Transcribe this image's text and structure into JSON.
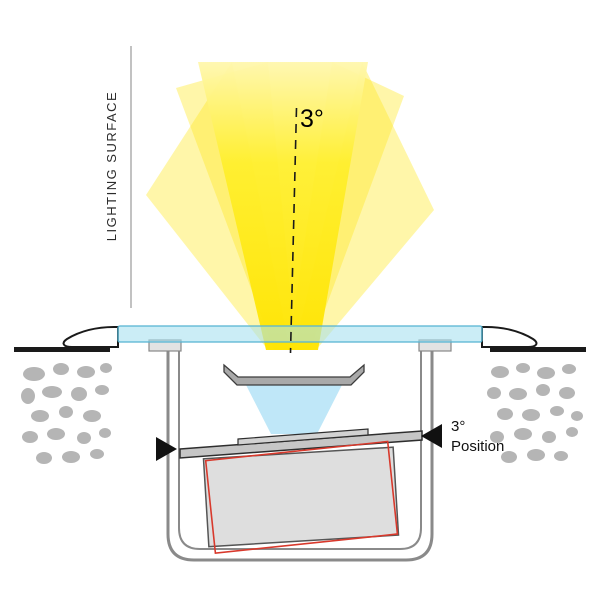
{
  "diagram": {
    "beam_angle_label": "3°",
    "lighting_surface_label": "LIGHTING SURFACE",
    "position_label": {
      "line1": "3°",
      "line2": "Position"
    }
  },
  "colors": {
    "beam_core": "#ffe400",
    "beam_core_top": "#fff7ae",
    "beam_side": "#ffe81e",
    "glass": "#a5e0f0",
    "glass_edge": "#57b4d2",
    "cone": "#bfe7f8",
    "stone": "#b5b5b5",
    "housing": "#8a8a8a",
    "flange": "#e3e3e3",
    "lens": "#a9a9a9",
    "plate": "#c6c6c6",
    "bracket": "#d2d2d2",
    "body": "#dedede",
    "body_edge": "#555555",
    "red_outline": "#d8392c",
    "ink": "#111111",
    "ground": "#1a1a1a",
    "guide_line": "#9a9a9a"
  }
}
